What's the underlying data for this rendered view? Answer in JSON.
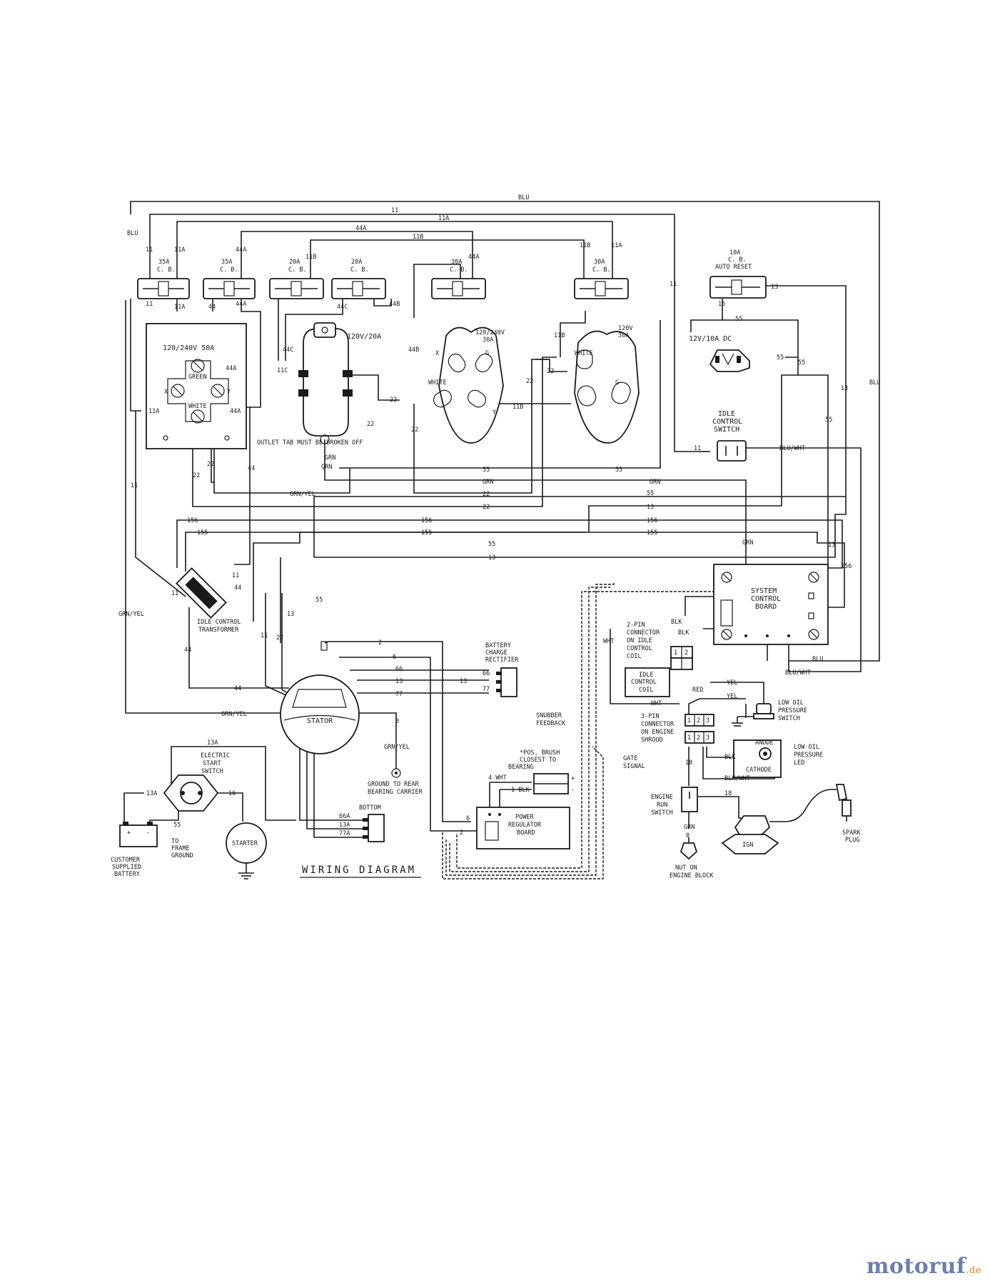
{
  "diagram": {
    "title": "WIRING DIAGRAM",
    "components": {
      "cb1": {
        "rating": "35A",
        "type": "C. B."
      },
      "cb2": {
        "rating": "35A",
        "type": "C. B."
      },
      "cb3": {
        "rating": "20A",
        "type": "C. B."
      },
      "cb4": {
        "rating": "20A",
        "type": "C. B."
      },
      "cb5": {
        "rating": "30A",
        "type": "C. B."
      },
      "cb6": {
        "rating": "30A",
        "type": "C. B."
      },
      "cb7": {
        "rating": "10A",
        "type": "C. B.",
        "note": "AUTO RESET"
      },
      "receptacle_50a": {
        "label": "120/240V 50A",
        "terminals": [
          "GREEN",
          "X",
          "Y",
          "WHITE"
        ]
      },
      "receptacle_20a": {
        "label": "120V/20A",
        "note": "OUTLET TAB MUST BE BROKEN OFF"
      },
      "receptacle_30a_240": {
        "label": "120/240V",
        "rating": "30A",
        "terminals": [
          "X",
          "G",
          "WHITE",
          "Y"
        ]
      },
      "receptacle_30a_120": {
        "label": "120V",
        "rating": "30A",
        "terminals": [
          "WHITE",
          "G"
        ]
      },
      "dc_outlet": {
        "label": "12V/10A DC"
      },
      "idle_switch": {
        "line1": "IDLE",
        "line2": "CONTROL",
        "line3": "SWITCH"
      },
      "idle_transformer": {
        "line1": "IDLE CONTROL",
        "line2": "TRANSFORMER"
      },
      "scb": {
        "line1": "SYSTEM",
        "line2": "CONTROL",
        "line3": "BOARD"
      },
      "stator": {
        "label": "STATOR"
      },
      "rectifier": {
        "line1": "BATTERY",
        "line2": "CHARGE",
        "line3": "RECTIFIER"
      },
      "start_switch": {
        "line1": "ELECTRIC",
        "line2": "START",
        "line3": "SWITCH"
      },
      "battery": {
        "line1": "CUSTOMER",
        "line2": "SUPPLIED",
        "line3": "BATTERY"
      },
      "frame_ground": {
        "line1": "TO",
        "line2": "FRAME",
        "line3": "GROUND"
      },
      "starter": {
        "label": "STARTER"
      },
      "rear_ground": {
        "line1": "GROUND TO REAR",
        "line2": "BEARING CARRIER"
      },
      "bottom_conn": {
        "label": "BOTTOM"
      },
      "pos_brush": {
        "line1": "*POS. BRUSH",
        "line2": "CLOSEST TO",
        "line3": "BEARING"
      },
      "prb": {
        "line1": "POWER",
        "line2": "REGULATOR",
        "line3": "BOARD"
      },
      "snubber": {
        "line1": "SNUBBER",
        "line2": "FEEDBACK"
      },
      "gate": {
        "line1": "GATE",
        "line2": "SIGNAL"
      },
      "pin2": {
        "line1": "2-PIN",
        "line2": "CONNECTOR",
        "line3": "ON IDLE",
        "line4": "CONTROL",
        "line5": "COIL"
      },
      "coil": {
        "line1": "IDLE",
        "line2": "CONTROL",
        "line3": "COIL"
      },
      "pin3": {
        "line1": "3-PIN",
        "line2": "CONNECTOR",
        "line3": "ON ENGINE",
        "line4": "SHROUD"
      },
      "oil_switch": {
        "line1": "LOW OIL",
        "line2": "PRESSURE",
        "line3": "SWITCH"
      },
      "oil_led": {
        "line1": "LOW OIL",
        "line2": "PRESSURE",
        "line3": "LED",
        "anode": "ANODE",
        "cathode": "CATHODE"
      },
      "run_switch": {
        "line1": "ENGINE",
        "line2": "RUN",
        "line3": "SWITCH"
      },
      "nut": {
        "line1": "NUT ON",
        "line2": "ENGINE BLOCK"
      },
      "spark": {
        "line1": "SPARK",
        "line2": "PLUG"
      },
      "ign": {
        "label": "IGN"
      }
    },
    "wires": {
      "blu": "BLU",
      "w11": "11",
      "w11a": "11A",
      "w44a": "44A",
      "w11b": "11B",
      "w44b": "44B",
      "w44c": "44C",
      "w11c": "11C",
      "w44": "44",
      "w22": "22",
      "w13": "13",
      "w15": "15",
      "w55": "55",
      "w156": "156",
      "w155": "155",
      "grn": "GRN",
      "grnyel": "GRN/YEL",
      "bluwht": "BLU/WHT",
      "blk": "BLK",
      "wht": "WHT",
      "yel": "YEL",
      "red": "RED",
      "blkwht": "BLK/WHT",
      "w2": "2",
      "w6": "6",
      "w66": "66",
      "w77": "77",
      "w13a": "13A",
      "w16": "16",
      "w66a": "66A",
      "w77a": "77A",
      "w0": "0",
      "w18": "18",
      "w4wht": "4 WHT",
      "w1blk": "1 BLK",
      "plus": "+",
      "minus": "-"
    },
    "pins": {
      "p1": "1",
      "p2": "2",
      "p3": "3"
    }
  },
  "watermark": {
    "brand": "motoruf",
    "tld": ".de"
  }
}
